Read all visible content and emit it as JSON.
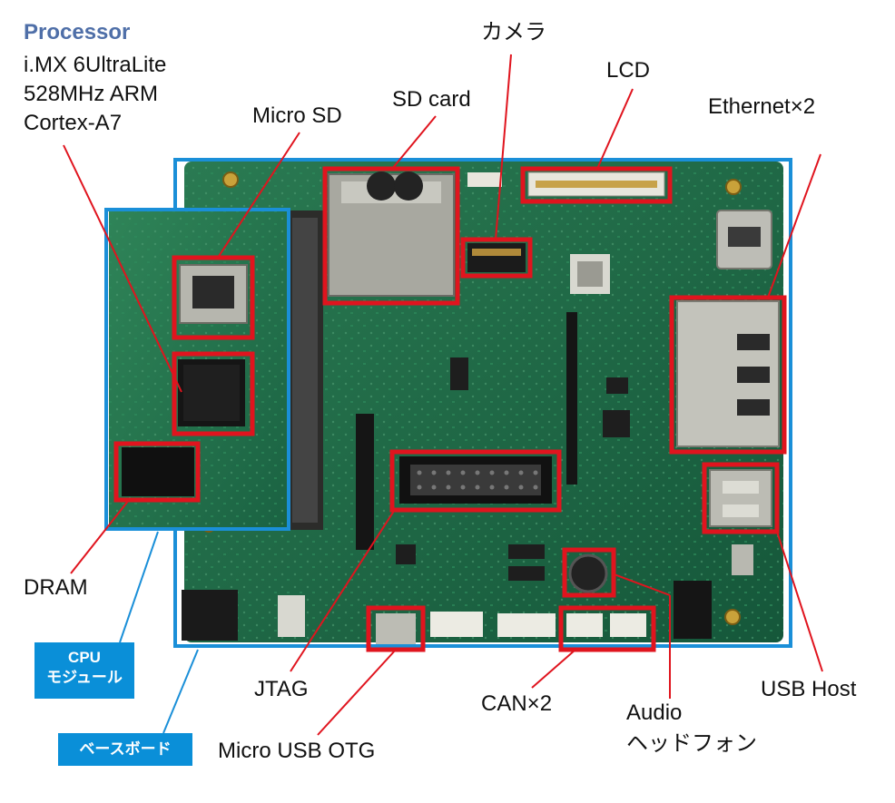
{
  "processor": {
    "title": "Processor",
    "lines": [
      "i.MX 6UltraLite",
      "528MHz ARM",
      "Cortex-A7"
    ]
  },
  "labels": {
    "camera": "カメラ",
    "lcd": "LCD",
    "sd_card": "SD card",
    "micro_sd": "Micro SD",
    "ethernet": "Ethernet×2",
    "dram": "DRAM",
    "jtag": "JTAG",
    "can": "CAN×2",
    "micro_usb_otg": "Micro USB OTG",
    "audio_line1": "Audio",
    "audio_line2": "ヘッドフォン",
    "usb_host": "USB Host"
  },
  "tags": {
    "cpu_line1": "CPU",
    "cpu_line2": "モジュール",
    "base_board": "ベースボード"
  },
  "colors": {
    "highlight": "#e0141e",
    "frame": "#1a8fd8",
    "pcb": "#1f6b45",
    "tag": "#0a8fd8"
  }
}
